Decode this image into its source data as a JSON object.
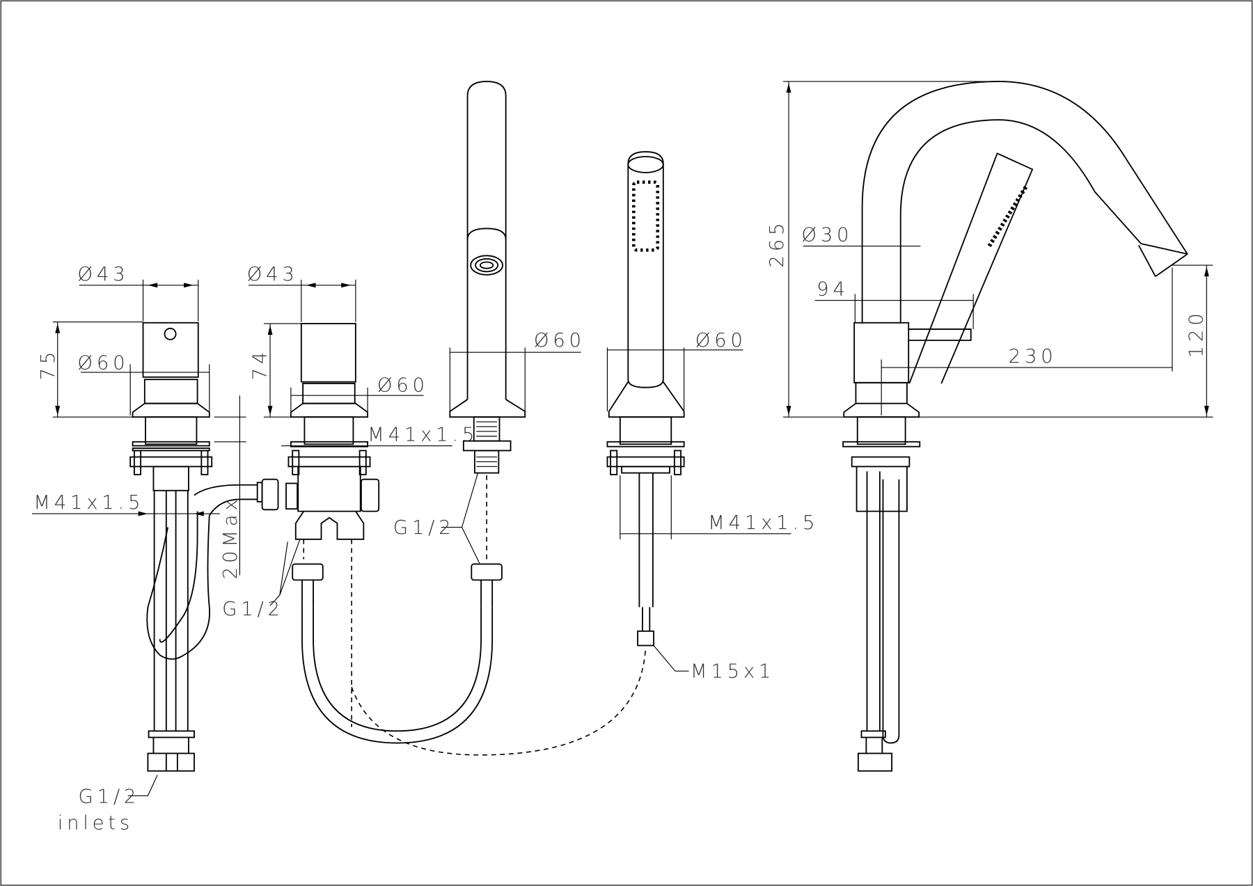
{
  "drawing": {
    "colors": {
      "line": "#000000",
      "text": "#333333",
      "background": "#ffffff"
    },
    "labels": {
      "mixer_top_dia": "Ø43",
      "mixer_height": "75",
      "mixer_base_dia": "Ø60",
      "mixer_thread": "M41x1.5",
      "mixer_max": "20Max",
      "inlets_thread": "G1/2",
      "inlets_word": "inlets",
      "diverter_top_dia": "Ø43",
      "diverter_height": "74",
      "diverter_base_dia": "Ø60",
      "diverter_thread": "M41x1.5",
      "diverter_outlet": "G1/2",
      "spout_base_dia": "Ø60",
      "spout_thread": "G1/2",
      "shower_base_dia": "Ø60",
      "shower_thread": "M41x1.5",
      "hose_thread": "M15x1",
      "side_height": "265",
      "side_dia": "Ø30",
      "side_handle": "94",
      "side_reach": "230",
      "side_spout_height": "120"
    }
  }
}
